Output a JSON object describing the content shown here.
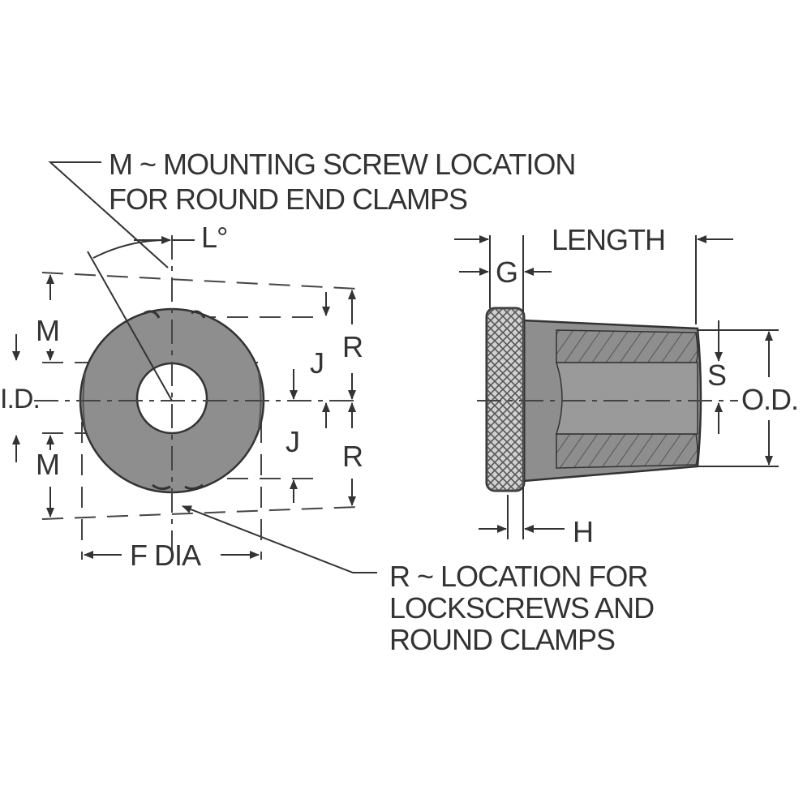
{
  "notes": {
    "m_line1": "M ~ MOUNTING SCREW LOCATION",
    "m_line2": "FOR ROUND END CLAMPS",
    "r_line1": "R ~ LOCATION FOR",
    "r_line2": "LOCKSCREWS AND",
    "r_line3": "ROUND CLAMPS"
  },
  "front_view": {
    "angle_label": "L°",
    "m_upper": "M",
    "m_lower": "M",
    "id_label": "I.D.",
    "j_upper": "J",
    "j_lower": "J",
    "r_upper": "R",
    "r_lower": "R",
    "f_dia_label": "F DIA"
  },
  "side_view": {
    "length_label": "LENGTH",
    "g_label": "G",
    "h_label": "H",
    "s_label": "S",
    "od_label": "O.D."
  },
  "colors": {
    "body_fill": "#8e8e8e",
    "ink": "#333333"
  }
}
